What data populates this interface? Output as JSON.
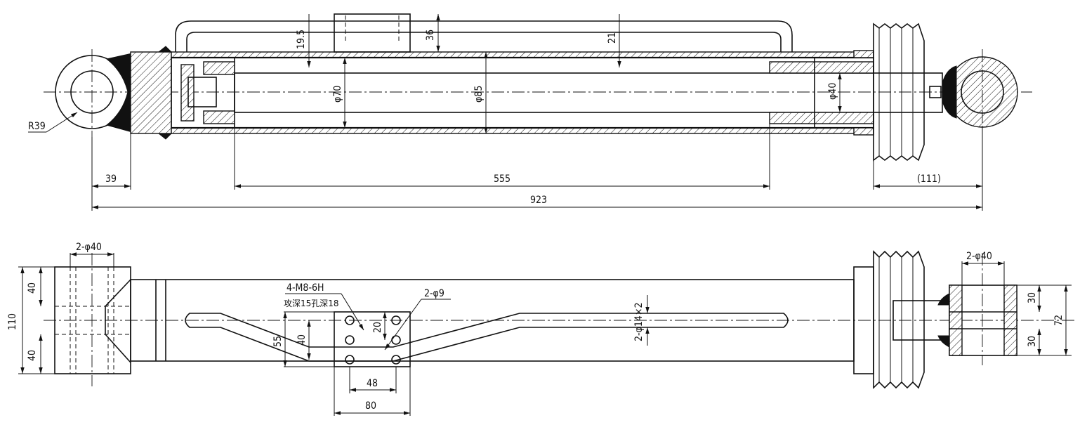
{
  "top_view": {
    "dims": {
      "radius": "R39",
      "eye_offset": "39",
      "stroke_len": "555",
      "rod_eye_len": "(111)",
      "total_len": "923",
      "tube_height": "19.5",
      "port_block": "36",
      "pipe_gap": "21",
      "bore": "φ70",
      "outer": "φ85",
      "rod": "φ40"
    }
  },
  "bottom_view": {
    "dims": {
      "left_holes": "2-φ40",
      "right_holes": "2-φ40",
      "total_height": "110",
      "upper_40": "40",
      "lower_40": "40",
      "thread": "4-M8-6H",
      "thread_note": "攻深15孔深18",
      "drill": "2-φ9",
      "pipe": "2-φ14×2",
      "block_55": "55",
      "block_40": "40",
      "block_20": "20",
      "block_48": "48",
      "block_80": "80",
      "right_30a": "30",
      "right_30b": "30",
      "right_72": "72"
    }
  }
}
